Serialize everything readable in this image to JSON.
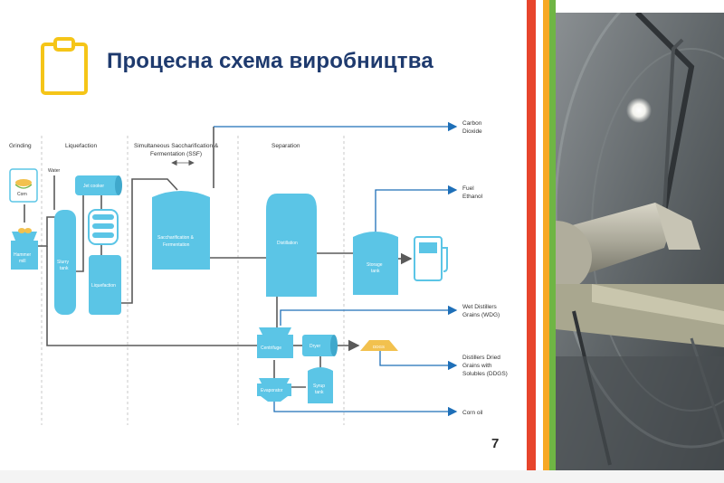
{
  "slide": {
    "title": "Процесна схема виробництва",
    "page_number": "7"
  },
  "diagram": {
    "stages": [
      "Grinding",
      "Liquefaction",
      "Simultaneous Saccharification &",
      "Fermentation (SSF)",
      "Separation"
    ],
    "nodes": {
      "corn": "Corn",
      "hammer_mill_1": "Hammer",
      "hammer_mill_2": "mill",
      "water": "Water",
      "slurry_1": "Slurry",
      "slurry_2": "tank",
      "jet_cooker": "Jet cooker",
      "liquefaction": "Liquefaction",
      "ssf_1": "Saccharification &",
      "ssf_2": "Fermentation",
      "distillation": "Distillation",
      "storage_1": "Storage",
      "storage_2": "tank",
      "centrifuge": "Centrifuge",
      "dryer": "Dryer",
      "ddgs": "DDGS",
      "evaporator": "Evaporator",
      "syrup_1": "Syrup",
      "syrup_2": "tank"
    },
    "outputs": {
      "co2_1": "Carbon",
      "co2_2": "Dioxide",
      "fuel_1": "Fuel",
      "fuel_2": "Ethanol",
      "wdg_1": "Wet Distillers",
      "wdg_2": "Grains (WDG)",
      "ddgs_1": "Distillers Dried",
      "ddgs_2": "Grains with",
      "ddgs_3": "Solubles (DDGS)",
      "corn_oil": "Corn oil"
    }
  },
  "colors": {
    "vessel": "#5bc5e6",
    "pipe_gray": "#5a5a5a",
    "arrow_blue": "#1e6fb8",
    "title_navy": "#1e3a6e",
    "clipboard_yellow": "#f5c518",
    "ddgs_gold": "#f2c14e",
    "stripe_red": "#e7452c",
    "stripe_orange": "#f7a823",
    "stripe_green": "#6fb544"
  },
  "icons": [
    "clipboard-icon",
    "corn-icon",
    "fuel-pump-icon"
  ]
}
